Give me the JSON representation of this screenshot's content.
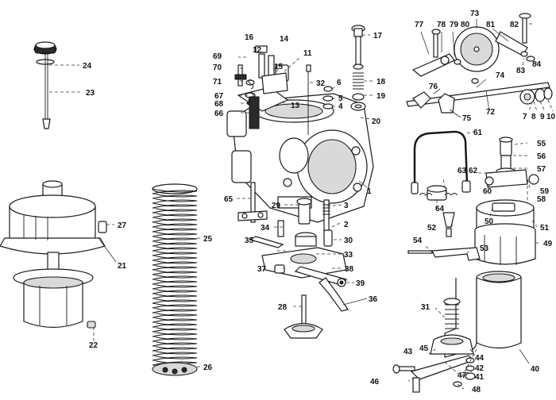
{
  "callouts": [
    {
      "id": "c1",
      "text": "1"
    },
    {
      "id": "c2",
      "text": "2"
    },
    {
      "id": "c3",
      "text": "3"
    },
    {
      "id": "c4",
      "text": "4"
    },
    {
      "id": "c5",
      "text": "5"
    },
    {
      "id": "c6",
      "text": "6"
    },
    {
      "id": "c7",
      "text": "7"
    },
    {
      "id": "c8",
      "text": "8"
    },
    {
      "id": "c9",
      "text": "9"
    },
    {
      "id": "c10",
      "text": "10"
    },
    {
      "id": "c11",
      "text": "11"
    },
    {
      "id": "c12",
      "text": "12"
    },
    {
      "id": "c13",
      "text": "13"
    },
    {
      "id": "c14",
      "text": "14"
    },
    {
      "id": "c15",
      "text": "15"
    },
    {
      "id": "c16",
      "text": "16"
    },
    {
      "id": "c17",
      "text": "17"
    },
    {
      "id": "c18",
      "text": "18"
    },
    {
      "id": "c19",
      "text": "19"
    },
    {
      "id": "c20",
      "text": "20"
    },
    {
      "id": "c21",
      "text": "21"
    },
    {
      "id": "c22",
      "text": "22"
    },
    {
      "id": "c23",
      "text": "23"
    },
    {
      "id": "c24",
      "text": "24"
    },
    {
      "id": "c25",
      "text": "25"
    },
    {
      "id": "c26",
      "text": "26"
    },
    {
      "id": "c27",
      "text": "27"
    },
    {
      "id": "c28",
      "text": "28"
    },
    {
      "id": "c29",
      "text": "29"
    },
    {
      "id": "c30",
      "text": "30"
    },
    {
      "id": "c31",
      "text": "31"
    },
    {
      "id": "c32",
      "text": "32"
    },
    {
      "id": "c33",
      "text": "33"
    },
    {
      "id": "c34",
      "text": "34"
    },
    {
      "id": "c35",
      "text": "35"
    },
    {
      "id": "c36",
      "text": "36"
    },
    {
      "id": "c37",
      "text": "37"
    },
    {
      "id": "c38",
      "text": "38"
    },
    {
      "id": "c39",
      "text": "39"
    },
    {
      "id": "c40",
      "text": "40"
    },
    {
      "id": "c41",
      "text": "41"
    },
    {
      "id": "c42",
      "text": "42"
    },
    {
      "id": "c43",
      "text": "43"
    },
    {
      "id": "c44",
      "text": "44"
    },
    {
      "id": "c45",
      "text": "45"
    },
    {
      "id": "c46",
      "text": "46"
    },
    {
      "id": "c47",
      "text": "47"
    },
    {
      "id": "c48",
      "text": "48"
    },
    {
      "id": "c49",
      "text": "49"
    },
    {
      "id": "c50",
      "text": "50"
    },
    {
      "id": "c51",
      "text": "51"
    },
    {
      "id": "c52",
      "text": "52"
    },
    {
      "id": "c53",
      "text": "53"
    },
    {
      "id": "c54",
      "text": "54"
    },
    {
      "id": "c55",
      "text": "55"
    },
    {
      "id": "c56",
      "text": "56"
    },
    {
      "id": "c57",
      "text": "57"
    },
    {
      "id": "c58",
      "text": "58"
    },
    {
      "id": "c59",
      "text": "59"
    },
    {
      "id": "c60",
      "text": "60"
    },
    {
      "id": "c61",
      "text": "61"
    },
    {
      "id": "c62",
      "text": "62"
    },
    {
      "id": "c63",
      "text": "63"
    },
    {
      "id": "c64",
      "text": "64"
    },
    {
      "id": "c65",
      "text": "65"
    },
    {
      "id": "c66",
      "text": "66"
    },
    {
      "id": "c67",
      "text": "67"
    },
    {
      "id": "c68",
      "text": "68"
    },
    {
      "id": "c69",
      "text": "69"
    },
    {
      "id": "c70",
      "text": "70"
    },
    {
      "id": "c71",
      "text": "71"
    },
    {
      "id": "c72",
      "text": "72"
    },
    {
      "id": "c73",
      "text": "73"
    },
    {
      "id": "c74",
      "text": "74"
    },
    {
      "id": "c75",
      "text": "75"
    },
    {
      "id": "c76",
      "text": "76"
    },
    {
      "id": "c77",
      "text": "77"
    },
    {
      "id": "c78",
      "text": "78"
    },
    {
      "id": "c79",
      "text": "79"
    },
    {
      "id": "c80",
      "text": "80"
    },
    {
      "id": "c81",
      "text": "81"
    },
    {
      "id": "c82",
      "text": "82"
    },
    {
      "id": "c83",
      "text": "83"
    },
    {
      "id": "c84",
      "text": "84"
    }
  ]
}
